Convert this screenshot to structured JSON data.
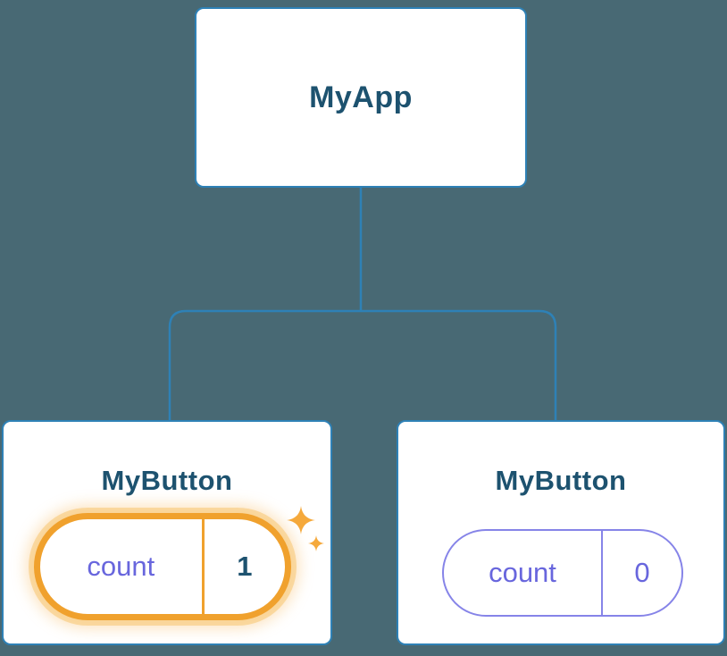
{
  "tree": {
    "root": {
      "label": "MyApp"
    },
    "children": [
      {
        "label": "MyButton",
        "state": {
          "key": "count",
          "value": "1"
        },
        "highlighted": true
      },
      {
        "label": "MyButton",
        "state": {
          "key": "count",
          "value": "0"
        },
        "highlighted": false
      }
    ]
  },
  "colors": {
    "background": "#486974",
    "node_fill": "#ffffff",
    "node_border": "#2e81b6",
    "connector_line": "#2e81b6",
    "title_text": "#1d526f",
    "state_key_text": "#6866dd",
    "state_pill_border": "#8684e8",
    "highlight_orange": "#f0a12d",
    "highlight_value_text": "#1d526f"
  },
  "icons": {
    "sparkles": "sparkles-icon"
  }
}
